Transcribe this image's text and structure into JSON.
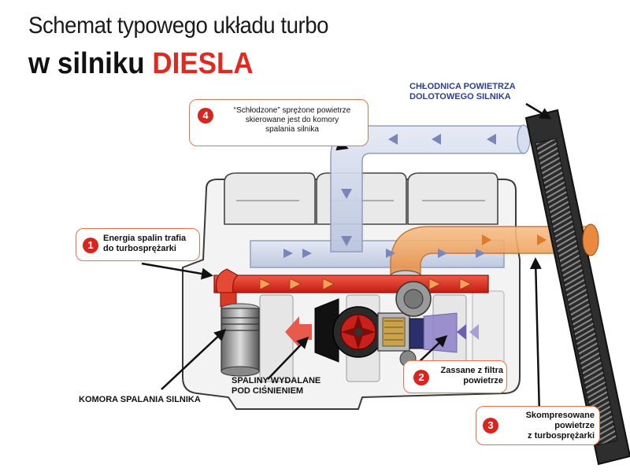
{
  "title": {
    "line1": "Schemat typowego układu turbo",
    "line2_prefix": "w silniku ",
    "line2_accent": "DIESLA"
  },
  "colors": {
    "accent_red": "#e02a20",
    "callout_border": "#e8734a",
    "badge_red": "#d8261e",
    "cooler_label": "#2d3e8f",
    "intake_air": "#c9d3e8",
    "exhaust": "#e23a2a",
    "compressed_air": "#f0a060"
  },
  "callouts": {
    "c1": {
      "number": "1",
      "text_lines": [
        "Energia spalin trafia",
        "do turbosprężarki"
      ]
    },
    "c2": {
      "number": "2",
      "text_lines": [
        "Zassane z filtra",
        "powietrze"
      ]
    },
    "c3": {
      "number": "3",
      "text_lines": [
        "Skompresowane",
        "powietrze",
        "z turbosprężarki"
      ]
    },
    "c4": {
      "number": "4",
      "text_lines": [
        "“Schłodzone” sprężone powietrze",
        "skierowane jest do komory",
        "spalania silnika"
      ]
    }
  },
  "labels": {
    "cooler_lines": [
      "CHŁODNICA POWIETRZA",
      "DOLOTOWEGO SILNIKA"
    ],
    "chamber": "KOMORA SPALANIA SILNIKA",
    "exhaust_lines": [
      "SPALINY WYDALANE",
      "POD CIŚNIENIEM"
    ]
  }
}
